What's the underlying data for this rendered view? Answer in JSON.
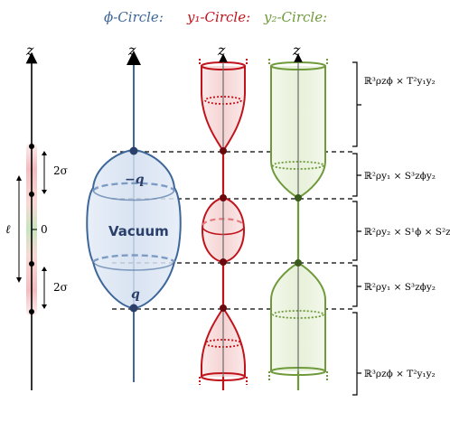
{
  "header": {
    "phi_label": "ϕ-Circle:",
    "y1_label": "y₁-Circle:",
    "y2_label": "y₂-Circle:"
  },
  "axes": {
    "z": "z"
  },
  "left_axis": {
    "sigma_upper": "2σ",
    "sigma_lower": "2σ",
    "ell": "ℓ",
    "zero": "0"
  },
  "phi_column": {
    "minus_q": "−q",
    "q": "q",
    "vacuum": "Vacuum"
  },
  "regions": [
    "ℝ³ρzϕ × T²y₁y₂",
    "ℝ²ρy₁ × S³zϕy₂",
    "ℝ²ρy₂ × S¹ϕ × S²zy₁",
    "ℝ²ρy₁ × S³zϕy₂",
    "ℝ³ρzϕ × T²y₁y₂"
  ],
  "colors": {
    "phi": "#3d6699",
    "phi_fill": "#dbe5f2",
    "y1": "#c0141c",
    "y1_fill": "#f7dede",
    "y2": "#6f9a3a",
    "y2_fill": "#eef4e6",
    "pink_glow": "#f2b4b8",
    "green_glow": "#bfe3b8"
  }
}
